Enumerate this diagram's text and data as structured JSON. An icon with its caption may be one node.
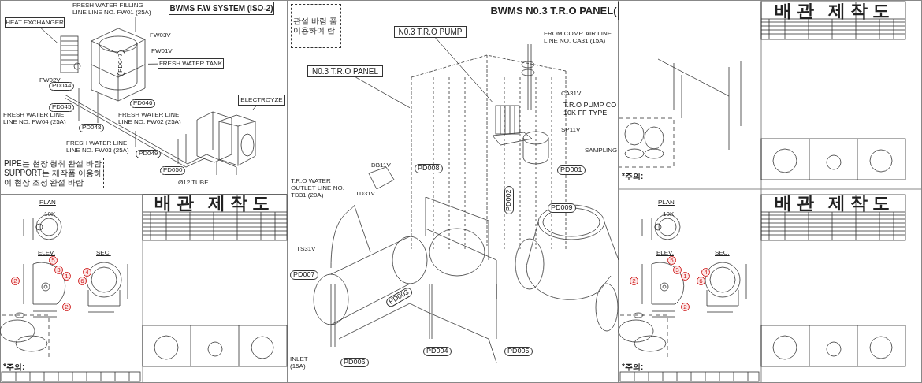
{
  "diagram": {
    "nodes": [
      {
        "text": [
          "BWMS F.W SYSTEM (ISO-2)"
        ]
      },
      {
        "text": [
          "HEAT EXCHANGER"
        ]
      },
      {
        "text": [
          "FRESH WATER TANK"
        ]
      },
      {
        "text": [
          "ELECTROYZE"
        ]
      },
      {
        "text": [
          "PIPE는 현장 형취 완설 바람 SUPPORT는 제작품 이용하여 현장 조정 완설 바람"
        ]
      },
      {
        "text": [
          "BWMS N0.3 T.R.O PANEL("
        ]
      },
      {
        "text": [
          "N0.3 T.R.O PUMP"
        ]
      },
      {
        "text": [
          "N0.3 T.R.O PANEL"
        ]
      },
      {
        "text": [],
        "shape": "picture",
        "beside": [
          "FW02V"
        ]
      },
      {
        "text": [],
        "shape": "picture",
        "beside": [
          "FW03V"
        ]
      },
      {
        "text": [],
        "shape": "picture",
        "beside": [
          "PD050"
        ]
      },
      {
        "text": [],
        "shape": "picture"
      },
      {
        "text": [],
        "shape": "picture",
        "in": 11
      },
      {
        "text": [
          "관설 바람 품 이용하여 람"
        ]
      }
    ],
    "edges": [
      {
        "from": 1,
        "to": 8,
        "arrow": "none"
      },
      {
        "from": 2,
        "to": 9,
        "arrow": "none"
      },
      {
        "from": 3,
        "to": 10,
        "arrow": "none"
      },
      {
        "from": 6,
        "to": 12,
        "arrow": "none"
      },
      {
        "from": 7,
        "to": 11,
        "arrow": "none"
      }
    ],
    "labels": [
      "FRESH WATER FILLING LINE LINE NO. FW01 (25A)",
      "FW01V",
      "PD044",
      "PD047",
      "PD046",
      "PD045",
      "FRESH WATER LINE LINE NO. FW04 (25A)",
      "FRESH WATER LINE LINE NO. FW02 (25A)",
      "PD048",
      "FRESH WATER LINE LINE NO. FW03 (25A)",
      "PD049",
      "Ø12 TUBE",
      "FROM COMP. AIR LINE LINE NO. CA31 (15A)",
      "CA31V",
      "T.R.O PUMP CO 10K FF TYPE",
      "SP11V",
      "SAMPLING",
      "DB11V",
      "PD008",
      "PD001",
      "T.R.O WATER OUTLET LINE NO. TD31 (20A)",
      "TD31V",
      "PD002",
      "PD009",
      "TS31V",
      "PD007",
      "PD003",
      "PD004",
      "PD005",
      "PD006",
      "INLET (15A)",
      "PLAN",
      "10K",
      "ELEV.",
      "SEC.",
      "5",
      "3",
      "1",
      "2",
      "2",
      "4",
      "6",
      "배관 제작도",
      "*주의:",
      "PLAN",
      "10K",
      "ELEV.",
      "SEC.",
      "5",
      "3",
      "1",
      "2",
      "2",
      "4",
      "6",
      "배관 제작도",
      "*주의:",
      "배관 제작도",
      "*주의:"
    ]
  }
}
